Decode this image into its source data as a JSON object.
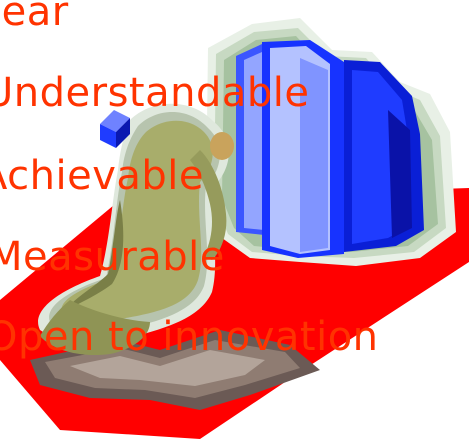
{
  "slide": {
    "items": [
      {
        "text": "lear"
      },
      {
        "text": "Understandable"
      },
      {
        "text": "Achievable"
      },
      {
        "text": "Measurable"
      },
      {
        "text": "Open to innovation"
      }
    ]
  },
  "clipart": {
    "floor_color": "#ff0000",
    "building_color": "#3355ff",
    "figure_color": "#a8ad6b",
    "text_color": "#ff3300"
  }
}
